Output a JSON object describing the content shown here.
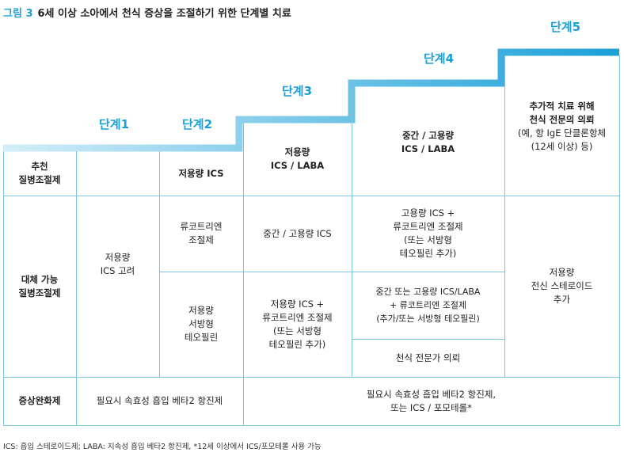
{
  "figure": {
    "number": "그림 3",
    "title": "6세 이상 소아에서 천식 증상을 조절하기 위한 단계별 치료"
  },
  "stages": [
    "단계1",
    "단계2",
    "단계3",
    "단계4",
    "단계5"
  ],
  "colors": {
    "accent": "#1aa0d8",
    "grid": "#7cc8e0",
    "stair_light": "#bfe6f5"
  },
  "rows": {
    "recommended": "추천\n질병조절제",
    "alternative": "대체 가능\n질병조절제",
    "reliever": "증상완화제"
  },
  "cells": {
    "s1_main": "저용량\nICS 고려",
    "s2_recommended": "저용량 ICS",
    "s2_alt1": "류코트리엔\n조절제",
    "s2_alt2": "저용량\n서방형\n테오필린",
    "s3_recommended": "저용량\nICS / LABA",
    "s3_alt1": "중간 / 고용량 ICS",
    "s3_alt2": "저용량 ICS +\n류코트리엔 조절제\n(또는 서방형\n테오필린 추가)",
    "s4_recommended": "중간 / 고용량\nICS / LABA",
    "s4_alt1": "고용량 ICS +\n류코트리엔 조절제\n(또는 서방형\n테오필린 추가)",
    "s4_alt2": "중간 또는 고용량 ICS/LABA\n+ 류코트리엔 조절제\n(추가/또는 서방형 테오필린)",
    "s4_alt3": "천식 전문가 의뢰",
    "s5_recommended_title": "추가적 치료 위해\n천식 전문의 의뢰",
    "s5_recommended_note": "(예, 항 IgE 단클론항체\n(12세 이상) 등)",
    "s5_alt": "저용량\n전신 스테로이드\n추가",
    "reliever_s12": "필요시 속효성 흡입 베타2 항진제",
    "reliever_s35": "필요시 속효성 흡입 베타2 항진제,\n또는 ICS / 포모테롤*"
  },
  "footnote": "ICS: 흡입 스테로이드제; LABA: 지속성 흡입 베타2 항진제, *12세 이상에서 ICS/포모테롤 사용 가능"
}
